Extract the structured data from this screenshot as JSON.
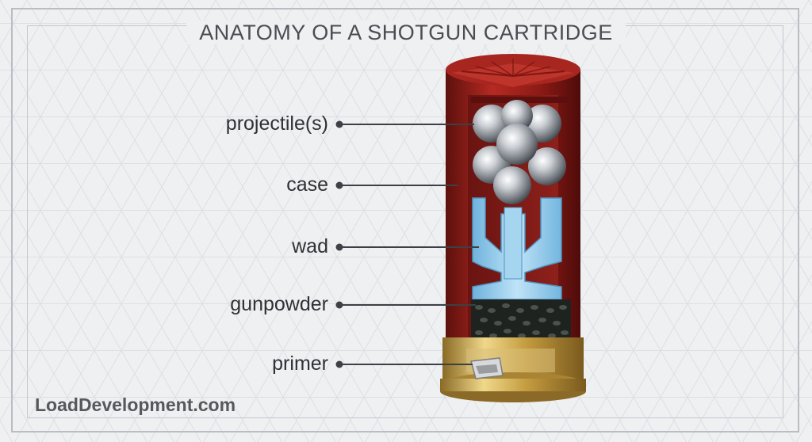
{
  "title": "ANATOMY OF A SHOTGUN CARTRIDGE",
  "labels": {
    "projectiles": "projectile(s)",
    "case": "case",
    "wad": "wad",
    "gunpowder": "gunpowder",
    "primer": "primer"
  },
  "credit": "LoadDevelopment.com",
  "colors": {
    "case_red": "#9b1f1a",
    "wad_blue": "#8fc9ec",
    "brass": "#c9a34a",
    "powder": "#2b302c",
    "shot": "#c8ccd1",
    "background": "#eef0f2"
  }
}
